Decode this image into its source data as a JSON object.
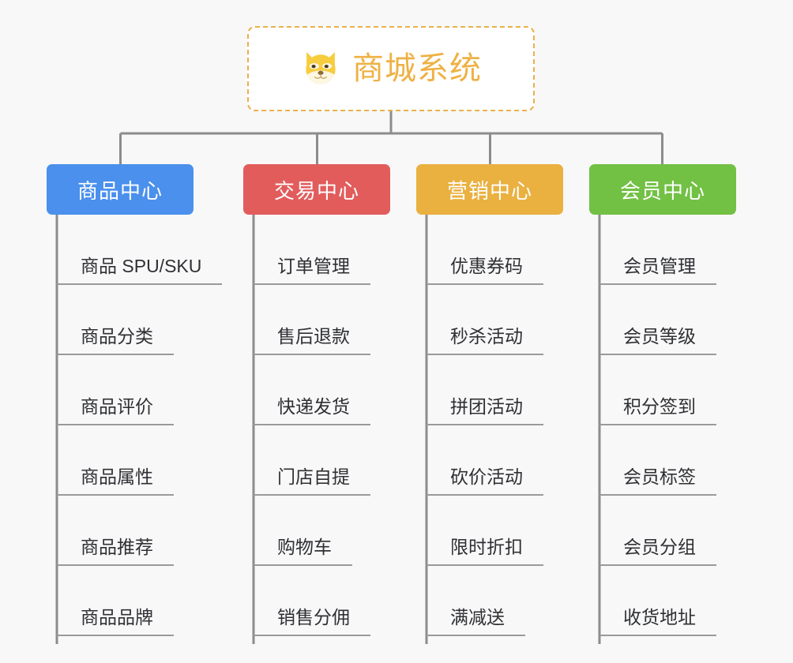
{
  "page": {
    "background_color": "#f8f8f8",
    "type": "organization-chart"
  },
  "root": {
    "title": "商城系统",
    "icon": "dog-face-icon",
    "text_color": "#eeb144",
    "border_color": "#ecb04a",
    "background_color": "#ffffff"
  },
  "branches": [
    {
      "label": "商品中心",
      "color": "#4a90ec",
      "items": [
        "商品 SPU/SKU",
        "商品分类",
        "商品评价",
        "商品属性",
        "商品推荐",
        "商品品牌"
      ]
    },
    {
      "label": "交易中心",
      "color": "#e25c5c",
      "items": [
        "订单管理",
        "售后退款",
        "快递发货",
        "门店自提",
        "购物车",
        "销售分佣"
      ]
    },
    {
      "label": "营销中心",
      "color": "#eab040",
      "items": [
        "优惠券码",
        "秒杀活动",
        "拼团活动",
        "砍价活动",
        "限时折扣",
        "满减送"
      ]
    },
    {
      "label": "会员中心",
      "color": "#72c044",
      "items": [
        "会员管理",
        "会员等级",
        "积分签到",
        "会员标签",
        "会员分组",
        "收货地址"
      ]
    }
  ],
  "connector": {
    "color": "#8c8c8c"
  }
}
